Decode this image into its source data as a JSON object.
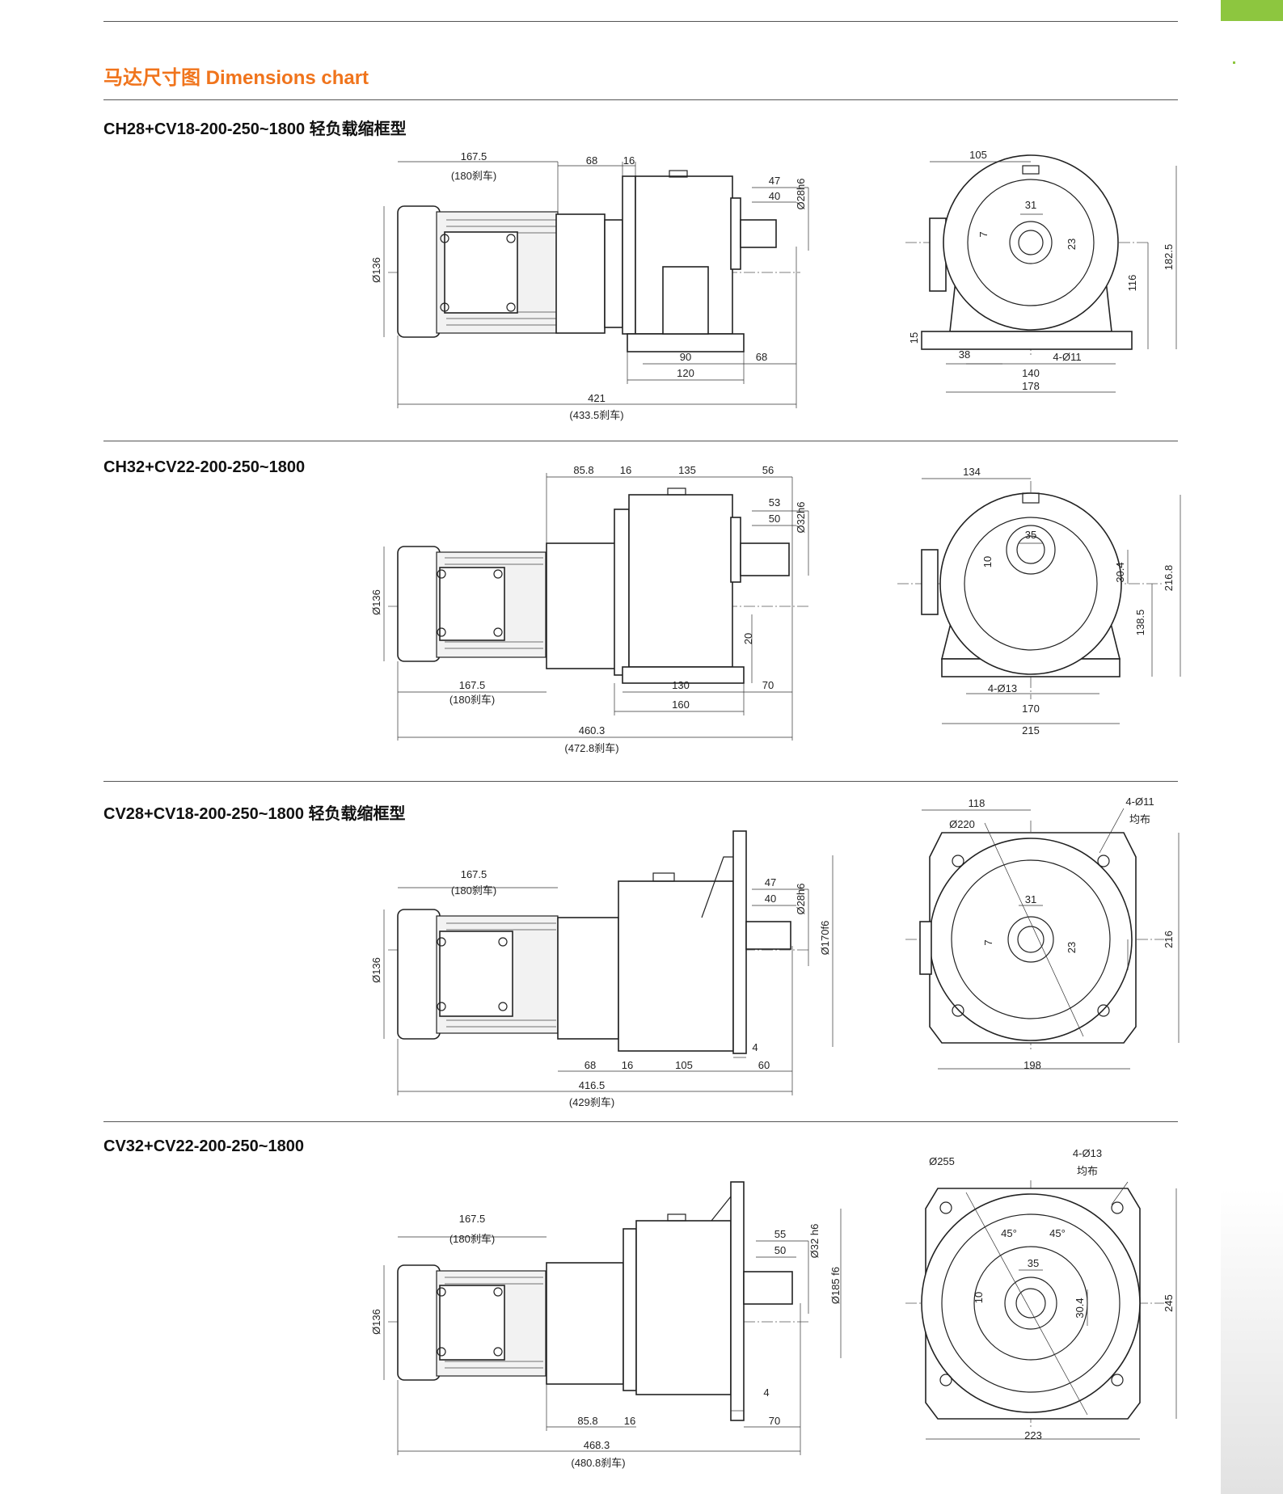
{
  "page": {
    "title": "马达尺寸图 Dimensions chart"
  },
  "sections": [
    {
      "title": "CH28+CV18-200-250~1800 轻负载缩框型",
      "side_dims": [
        "167.5",
        "(180刹车)",
        "68",
        "16",
        "47",
        "40",
        "Ø28h6",
        "Ø136",
        "90",
        "68",
        "120",
        "421",
        "(433.5刹车)"
      ],
      "front_dims": [
        "105",
        "31",
        "7",
        "23",
        "182.5",
        "116",
        "15",
        "38",
        "4-Ø11",
        "140",
        "178"
      ]
    },
    {
      "title": "CH32+CV22-200-250~1800",
      "side_dims": [
        "85.8",
        "16",
        "135",
        "56",
        "53",
        "50",
        "Ø32h6",
        "Ø136",
        "20",
        "167.5",
        "(180刹车)",
        "130",
        "70",
        "160",
        "460.3",
        "(472.8刹车)"
      ],
      "front_dims": [
        "134",
        "35",
        "10",
        "30.4",
        "216.8",
        "138.5",
        "4-Ø13",
        "170",
        "215"
      ]
    },
    {
      "title": "CV28+CV18-200-250~1800 轻负载缩框型",
      "side_dims": [
        "167.5",
        "(180刹车)",
        "47",
        "40",
        "Ø28h6",
        "Ø170f6",
        "Ø136",
        "4",
        "68",
        "16",
        "105",
        "60",
        "416.5",
        "(429刹车)"
      ],
      "front_dims": [
        "118",
        "4-Ø11",
        "均布",
        "Ø220",
        "31",
        "7",
        "23",
        "216",
        "198"
      ]
    },
    {
      "title": "CV32+CV22-200-250~1800",
      "side_dims": [
        "167.5",
        "(180刹车)",
        "55",
        "50",
        "Ø32 h6",
        "Ø185 f6",
        "Ø136",
        "4",
        "85.8",
        "16",
        "70",
        "468.3",
        "(480.8刹车)"
      ],
      "front_dims": [
        "Ø255",
        "4-Ø13",
        "均布",
        "45°",
        "45°",
        "35",
        "10",
        "30.4",
        "245",
        "223"
      ]
    }
  ]
}
